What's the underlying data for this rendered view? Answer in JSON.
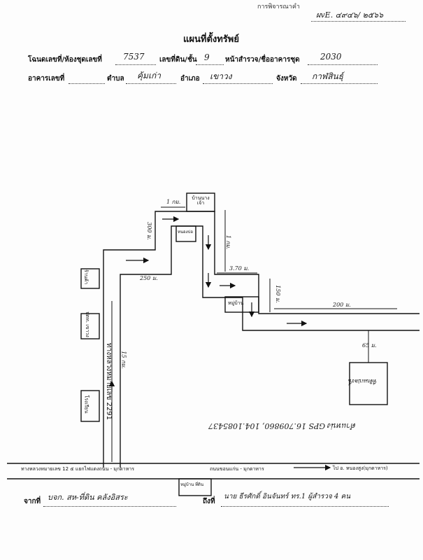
{
  "header": {
    "top_line_text": "การพิจารณาคำ",
    "doc_number": "ผvE. ๔๙๔๖/ ๒๕๖๖",
    "title": "แผนที่ตั้งทรัพย์",
    "row1": {
      "deed_label": "โฉนดเลขที่/ห้องชุดเลขที่",
      "deed_value": "7537",
      "land_no_label": "เลขที่ดิน/ชั้น",
      "land_no_value": "9",
      "survey_label": "หน้าสำรวจ/ชื่ออาคารชุด",
      "survey_value": "2030"
    },
    "row2": {
      "building_label": "อาคารเลขที่",
      "building_value": "",
      "subdistrict_label": "ตำบล",
      "subdistrict_value": "คุ้มเก่า",
      "district_label": "อำเภอ",
      "district_value": "เขาวง",
      "province_label": "จังหวัด",
      "province_value": "กาฬสินธุ์"
    }
  },
  "map": {
    "labels": {
      "house_top": "บ้านนาง เจ้า",
      "dist_1km": "1 กม.",
      "dist_left": "300 ม.",
      "dist_right_top": "1 กม.",
      "inner_box": "หนองบ่อ",
      "dist_mid": "250 ม.",
      "dist_370": "3.70 ม.",
      "dist_150": "150 ม.",
      "box_village": "หมู่บ้าน",
      "dist_200": "200 ม.",
      "left_box_1": "ร้านค้า",
      "left_box_2": "ปตท. เขาวง",
      "left_box_3": "โรงเรียน",
      "road_vertical": "ทางหลวงหมายเลข 2291",
      "dist_15km": "15 กม.",
      "dist_short": "65 ม.",
      "property_box": "ที่ดินแปลงนี้",
      "gps": "ตำแหน่ง GPS 16.709860, 104.1085437",
      "main_road": "ทางหลวงหมายเลข 12  ๕ แยกไฟแดงถนน - มุกดาหาร",
      "main_road_mid": "ถนนขอนแก่น - มุกดาหาร",
      "main_road_right": "ไป อ. หนองสูง(มุกดาหาร)",
      "bottom_box": "หมู่บ้าน ที่ดิน"
    }
  },
  "footer": {
    "from_label": "จากที่",
    "from_value": "บจก. สห-ที่ดิน คลังอิสระ",
    "to_label": "ถึงที่",
    "to_value": "นาย ธีรศักดิ์ อินจันทร์ ทร.1 ผู้สำรวจ 4 คน"
  }
}
